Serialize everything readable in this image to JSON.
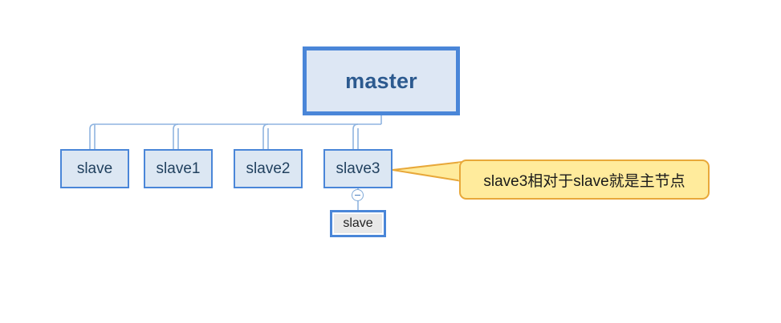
{
  "diagram": {
    "title_text": "master",
    "background_color": "#ffffff",
    "node_border_color": "#4a86d8",
    "node_fill_color": "#dce6f2",
    "callout_fill_color": "#ffeb9c",
    "callout_border_color": "#e8a83a",
    "connector_color": "#8fb4e0",
    "root": {
      "label": "master"
    },
    "children": [
      {
        "label": "slave"
      },
      {
        "label": "slave1"
      },
      {
        "label": "slave2"
      },
      {
        "label": "slave3"
      }
    ],
    "sub_node": {
      "label": "slave",
      "parent": "slave3"
    },
    "collapse_control": {
      "icon": "minus-circle-icon",
      "state": "expanded"
    },
    "callout": {
      "text": "slave3相对于slave就是主节点",
      "points_at": "slave3"
    }
  }
}
